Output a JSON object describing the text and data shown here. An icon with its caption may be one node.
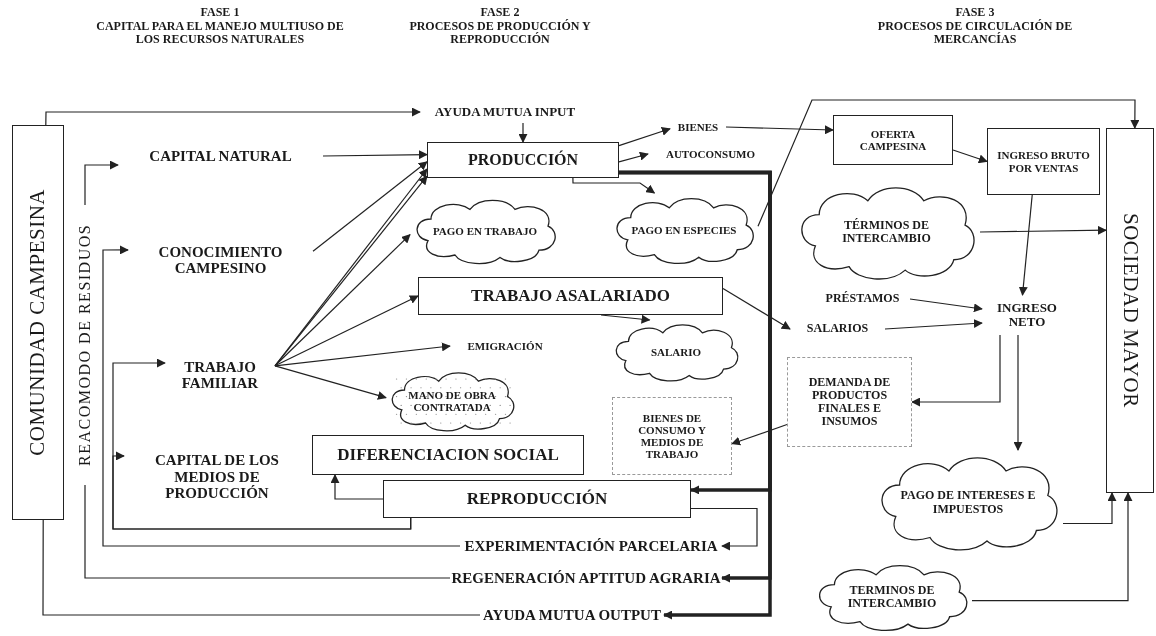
{
  "diagram": {
    "nodes": [
      {
        "text": [
          "COMUNIDAD CAMPESINA"
        ]
      },
      {
        "text": [
          "REACOMODO DE RESIDUOS"
        ]
      },
      {
        "text": [
          "CAPITAL NATURAL"
        ]
      },
      {
        "text": [
          "CONOCIMIENTO CAMPESINO"
        ]
      },
      {
        "text": [
          "TRABAJO FAMILIAR"
        ]
      },
      {
        "text": [
          "CAPITAL DE LOS MEDIOS DE PRODUCCIÓN"
        ]
      },
      {
        "text": [
          "AYUDA MUTUA INPUT"
        ]
      },
      {
        "text": [
          "PRODUCCIÓN"
        ]
      },
      {
        "text": [
          "BIENES"
        ]
      },
      {
        "text": [
          "AUTOCONSUMO"
        ]
      },
      {
        "text": [
          "PAGO EN TRABAJO"
        ]
      },
      {
        "text": [
          "PAGO EN ESPECIES"
        ]
      },
      {
        "text": [
          "TRABAJO ASALARIADO"
        ]
      },
      {
        "text": [
          "EMIGRACIÓN"
        ]
      },
      {
        "text": [
          "SALARIO"
        ]
      },
      {
        "text": [
          "MANO DE OBRA CONTRATADA"
        ]
      },
      {
        "text": [
          "DIFERENCIACION SOCIAL"
        ]
      },
      {
        "text": [
          "BIENES DE CONSUMO Y MEDIOS DE TRABAJO"
        ]
      },
      {
        "text": [
          "REPRODUCCIÓN"
        ]
      },
      {
        "text": [
          "EXPERIMENTACIÓN PARCELARIA"
        ]
      },
      {
        "text": [
          "REGENERACIÓN APTITUD AGRARIA"
        ]
      },
      {
        "text": [
          "AYUDA MUTUA OUTPUT"
        ]
      },
      {
        "text": [
          "OFERTA CAMPESINA"
        ]
      },
      {
        "text": [
          "INGRESO BRUTO POR VENTAS"
        ]
      },
      {
        "text": [
          "TÉRMINOS DE INTERCAMBIO"
        ]
      },
      {
        "text": [
          "PRÉSTAMOS"
        ]
      },
      {
        "text": [
          "SALARIOS"
        ]
      },
      {
        "text": [
          "INGRESO NETO"
        ]
      },
      {
        "text": [
          "DEMANDA DE PRODUCTOS FINALES E INSUMOS"
        ]
      },
      {
        "text": [
          "PAGO DE INTERESES E IMPUESTOS"
        ]
      },
      {
        "text": [
          "TERMINOS DE INTERCAMBIO"
        ]
      },
      {
        "text": [
          "SOCIEDAD MAYOR"
        ]
      }
    ],
    "edges": [
      {
        "from": 0,
        "to": 6,
        "arrow": "to"
      },
      {
        "from": 1,
        "to": 2,
        "arrow": "to"
      },
      {
        "from": 6,
        "to": 7,
        "arrow": "to"
      },
      {
        "from": 2,
        "to": 7,
        "arrow": "to"
      },
      {
        "from": 3,
        "to": 7,
        "arrow": "to"
      },
      {
        "from": 4,
        "to": 7,
        "arrow": "to"
      },
      {
        "from": 4,
        "to": 7,
        "arrow": "to"
      },
      {
        "from": 4,
        "to": 10,
        "arrow": "to"
      },
      {
        "from": 4,
        "to": 12,
        "arrow": "to"
      },
      {
        "from": 4,
        "to": 13,
        "arrow": "to"
      },
      {
        "from": 4,
        "to": 15,
        "arrow": "to"
      },
      {
        "from": 7,
        "to": 8,
        "arrow": "to"
      },
      {
        "from": 7,
        "to": 9,
        "arrow": "to"
      },
      {
        "from": 7,
        "to": 11,
        "arrow": "to"
      },
      {
        "from": 7,
        "to": 18,
        "arrow": "to",
        "style": "thick"
      },
      {
        "from": 18,
        "to": 19,
        "arrow": "to"
      },
      {
        "from": 7,
        "to": 20,
        "arrow": "to",
        "style": "thick"
      },
      {
        "from": 7,
        "to": 21,
        "arrow": "to",
        "style": "thick"
      },
      {
        "from": 18,
        "to": 16,
        "arrow": "to"
      },
      {
        "from": 18,
        "to": 4,
        "arrow": "to"
      },
      {
        "from": 18,
        "to": 5,
        "arrow": "to"
      },
      {
        "from": 19,
        "to": 3,
        "arrow": "to"
      },
      {
        "from": 20,
        "to": 1,
        "arrow": "none"
      },
      {
        "from": 21,
        "to": 0,
        "arrow": "none"
      },
      {
        "from": 12,
        "to": 14,
        "arrow": "to"
      },
      {
        "from": 12,
        "to": 26,
        "arrow": "to"
      },
      {
        "from": 8,
        "to": 22,
        "arrow": "to"
      },
      {
        "from": 11,
        "to": 31,
        "arrow": "to"
      },
      {
        "from": 22,
        "to": 23,
        "arrow": "to"
      },
      {
        "from": 23,
        "to": 27,
        "arrow": "to"
      },
      {
        "from": 24,
        "to": 31,
        "arrow": "to"
      },
      {
        "from": 25,
        "to": 27,
        "arrow": "to"
      },
      {
        "from": 26,
        "to": 27,
        "arrow": "to"
      },
      {
        "from": 27,
        "to": 28,
        "arrow": "to"
      },
      {
        "from": 27,
        "to": 29,
        "arrow": "to"
      },
      {
        "from": 28,
        "to": 17,
        "arrow": "to"
      },
      {
        "from": 29,
        "to": 31,
        "arrow": "to"
      },
      {
        "from": 30,
        "to": 31,
        "arrow": "to"
      }
    ],
    "labels": [
      "FASE 1",
      "CAPITAL PARA EL MANEJO MULTIUSO DE LOS RECURSOS NATURALES",
      "FASE 2",
      "PROCESOS DE PRODUCCIÓN Y REPRODUCCIÓN",
      "FASE 3",
      "PROCESOS DE CIRCULACIÓN DE MERCANCÍAS"
    ]
  }
}
